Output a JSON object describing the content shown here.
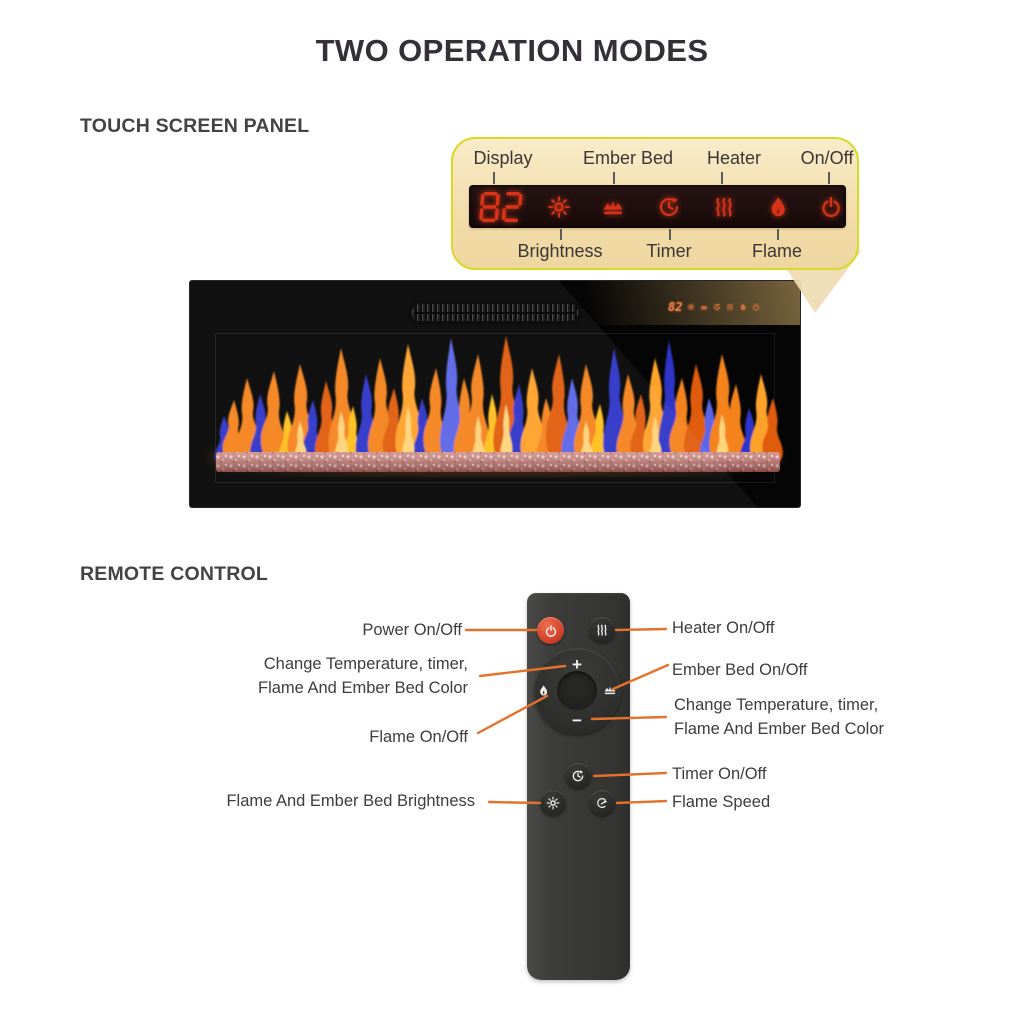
{
  "title": "TWO OPERATION MODES",
  "touch_panel": {
    "heading": "TOUCH SCREEN PANEL",
    "display_value": "82",
    "top_labels": [
      "Display",
      "Ember Bed",
      "Heater",
      "On/Off"
    ],
    "bottom_labels": [
      "Brightness",
      "Timer",
      "Flame"
    ],
    "icons": [
      "seven-segment-display",
      "brightness-icon",
      "ember-bed-icon",
      "timer-icon",
      "heater-icon",
      "flame-icon",
      "power-icon"
    ]
  },
  "fireplace": {
    "display_value": "82",
    "icons": [
      "brightness-icon",
      "ember-bed-icon",
      "timer-icon",
      "heater-icon",
      "flame-icon",
      "power-icon"
    ]
  },
  "remote": {
    "heading": "REMOTE CONTROL",
    "buttons": {
      "plus": "+",
      "minus": "−",
      "icons": [
        "power-icon",
        "heater-icon",
        "flame-icon",
        "ember-bed-icon",
        "timer-icon",
        "brightness-icon",
        "flame-speed-icon"
      ]
    },
    "labels": {
      "power": "Power On/Off",
      "heater": "Heater On/Off",
      "change_left_line1": "Change Temperature, timer,",
      "change_left_line2": "Flame And Ember Bed Color",
      "ember": "Ember Bed On/Off",
      "flame": "Flame On/Off",
      "change_right_line1": "Change Temperature, timer,",
      "change_right_line2": "Flame And Ember Bed Color",
      "timer": "Timer On/Off",
      "brightness": "Flame And Ember Bed Brightness",
      "flame_speed": "Flame Speed"
    }
  },
  "colors": {
    "accent_line": "#e5722b",
    "bubble_background": "#f4e0b2",
    "bubble_border": "#d9d927",
    "led_red": "#d8331a",
    "fireplace_led": "#d07743",
    "power_button_red": "#d2432b",
    "remote_body": "#3d3d3b",
    "text": "#3d3d3d"
  }
}
